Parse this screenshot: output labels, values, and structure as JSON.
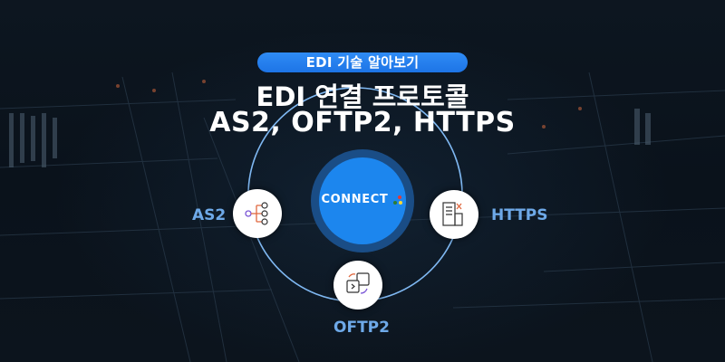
{
  "badge": {
    "label": "EDI 기술 알아보기"
  },
  "title": {
    "line1": "EDI 연결 프로토콜",
    "line2": "AS2, OFTP2, HTTPS"
  },
  "center": {
    "logo_text": "CONNECT",
    "logo_dots": [
      "#e53935",
      "#2e7d32",
      "#fdd835"
    ]
  },
  "nodes": [
    {
      "id": "as2",
      "label": "AS2",
      "icon": "tree-hierarchy-icon"
    },
    {
      "id": "https",
      "label": "HTTPS",
      "icon": "server-document-icon"
    },
    {
      "id": "oftp2",
      "label": "OFTP2",
      "icon": "file-transfer-icon"
    }
  ],
  "colors": {
    "accent": "#1c86ee",
    "label": "#6ea9e8",
    "arc": "#7fb8f2",
    "background": "#0b121b"
  }
}
